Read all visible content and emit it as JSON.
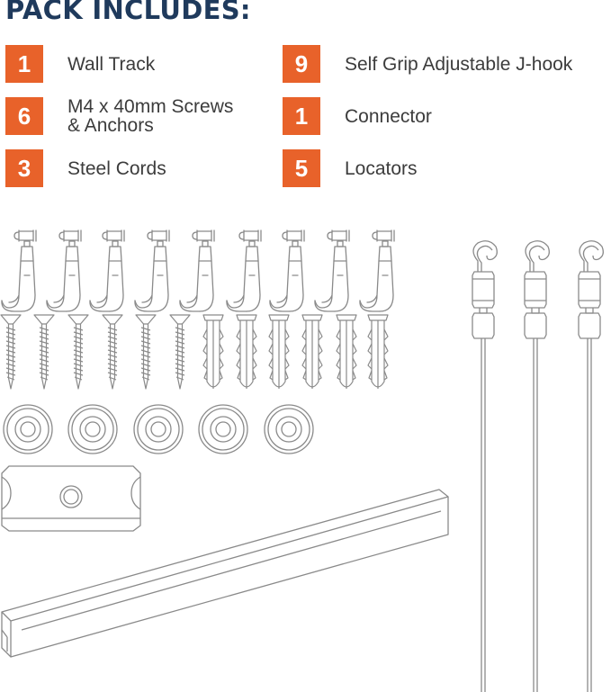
{
  "title": "PACK INCLUDES:",
  "items": [
    {
      "count": "1",
      "label": "Wall Track"
    },
    {
      "count": "9",
      "label": "Self Grip Adjustable J-hook"
    },
    {
      "count": "6",
      "label_line1": "M4 x 40mm Screws",
      "label_line2": "& Anchors"
    },
    {
      "count": "1",
      "label": "Connector"
    },
    {
      "count": "3",
      "label": "Steel Cords"
    },
    {
      "count": "5",
      "label": "Locators"
    }
  ],
  "colors": {
    "badge": "#e8622a",
    "title": "#1f3a5c",
    "text": "#3c3c3c",
    "line_art": "#8a8a8a"
  },
  "illustration": {
    "jhooks": 9,
    "screws": 6,
    "anchors": 6,
    "locators": 5,
    "connectors": 1,
    "steel_cords": 3,
    "wall_tracks": 1
  }
}
